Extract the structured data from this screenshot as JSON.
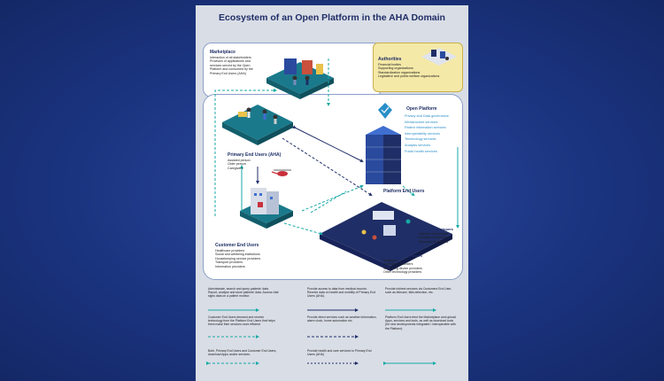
{
  "title": "Ecosystem of an Open Platform in the AHA Domain",
  "marketplace": {
    "heading": "Marketplace",
    "lines": [
      "Interaction of all stakeholders",
      "Provision of applications and",
      "services served by the Open",
      "Platform and consumed by the",
      "Primary End Users (AHA)"
    ]
  },
  "authorities": {
    "heading": "Authorities",
    "lines": [
      "Financial bodies",
      "Supporting organizations",
      "Standardization organizations",
      "Legislative and public welfare organizations"
    ]
  },
  "open_platform": {
    "heading": "Open Platform",
    "items": [
      "Privacy and Data governance",
      "Infrastructure services",
      "Patient information services",
      "Interoperability services",
      "Terminology services",
      "Analysis services",
      "Public health services"
    ]
  },
  "primary_end_users": {
    "heading": "Primary End Users (AHA)",
    "lines": [
      "Assisted person",
      "Older person",
      "Caregivers"
    ]
  },
  "platform_end_users": {
    "heading": "Platform End Users"
  },
  "platform_developers": {
    "heading": "Platform Developers",
    "lines": [
      "Software developers",
      "Hardware developers",
      "Research institutions"
    ]
  },
  "third_party_developers": {
    "heading": "Third Party Developers",
    "lines": [
      "Deployers",
      "Application providers",
      "Monitoring device providers",
      "Other technology providers"
    ]
  },
  "customer_end_users": {
    "heading": "Customer End Users",
    "lines": [
      "Healthcare providers",
      "Social and wellbeing institutions",
      "Housekeeping service providers",
      "Transport providers",
      "Information providers"
    ]
  },
  "legend": [
    {
      "text": "Administrate, search and query patients' data. Report, analyse and store patients' data. Access vital signs data on a patient monitor."
    },
    {
      "text": "Provide access to data from medical records. Receive data on health and mobility of Primary End Users (AHA)."
    },
    {
      "text": "Provide indirect services via Customers End User, such as telecare, falls detection, etc."
    },
    {
      "text": "Customer End Users demand and receive technology from the Platform End Users that helps them make their services more efficient"
    },
    {
      "text": "Provide direct services such as weather information, alarm clock, home automation etc"
    },
    {
      "text": "Platform End Users feed the Marketplace and upload Apps, services and tools, as well as download tools (for new developments integrated / interoperable with the Platform)"
    },
    {
      "text": "Both, Primary End Users and Customer End Users, download Apps and/or services."
    },
    {
      "text": "Provide health and care services to Primary End Users (AHA)"
    }
  ],
  "colors": {
    "background": "#1b3480",
    "navy": "#1f2e66",
    "teal": "#17a9a6",
    "blue_text": "#2a8fc9",
    "authority_fill": "#f5e9a8"
  }
}
